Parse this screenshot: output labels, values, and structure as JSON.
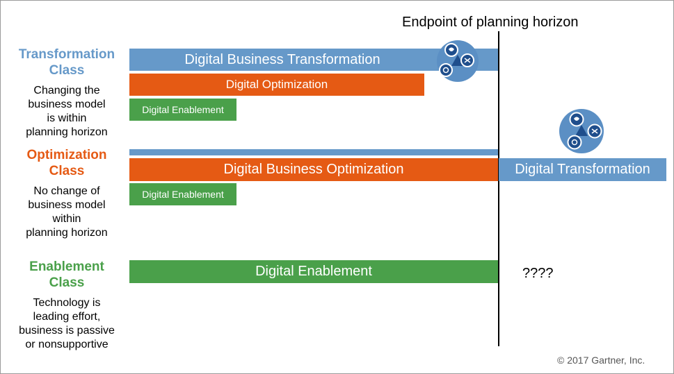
{
  "horizon_label": "Endpoint of planning horizon",
  "classes": {
    "transformation": {
      "title_line1": "Transformation",
      "title_line2": "Class",
      "desc": [
        "Changing the",
        "business model",
        "is within",
        "planning horizon"
      ],
      "color": "#6699c9"
    },
    "optimization": {
      "title_line1": "Optimization",
      "title_line2": "Class",
      "desc": [
        "No change of",
        "business model",
        "within",
        "planning horizon"
      ],
      "color": "#e55a14"
    },
    "enablement": {
      "title_line1": "Enablement",
      "title_line2": "Class",
      "desc": [
        "Technology is",
        "leading effort,",
        "business is passive",
        "or nonsupportive"
      ],
      "color": "#4aa04a"
    }
  },
  "bars": {
    "t_transformation": "Digital Business Transformation",
    "t_optimization": "Digital Optimization",
    "t_enablement": "Digital Enablement",
    "o_optimization": "Digital Business Optimization",
    "o_enablement": "Digital Enablement",
    "o_transformation": "Digital Transformation",
    "e_enablement": "Digital Enablement"
  },
  "unknown_marker": "????",
  "copyright": "© 2017 Gartner, Inc.",
  "colors": {
    "blue": "#6699c9",
    "orange": "#e55a14",
    "green": "#4aa04a",
    "icon_bg": "#5b8fc4",
    "icon_dark": "#1f4e8c"
  },
  "icons": [
    "digital-transformation-icon",
    "digital-transformation-icon"
  ]
}
